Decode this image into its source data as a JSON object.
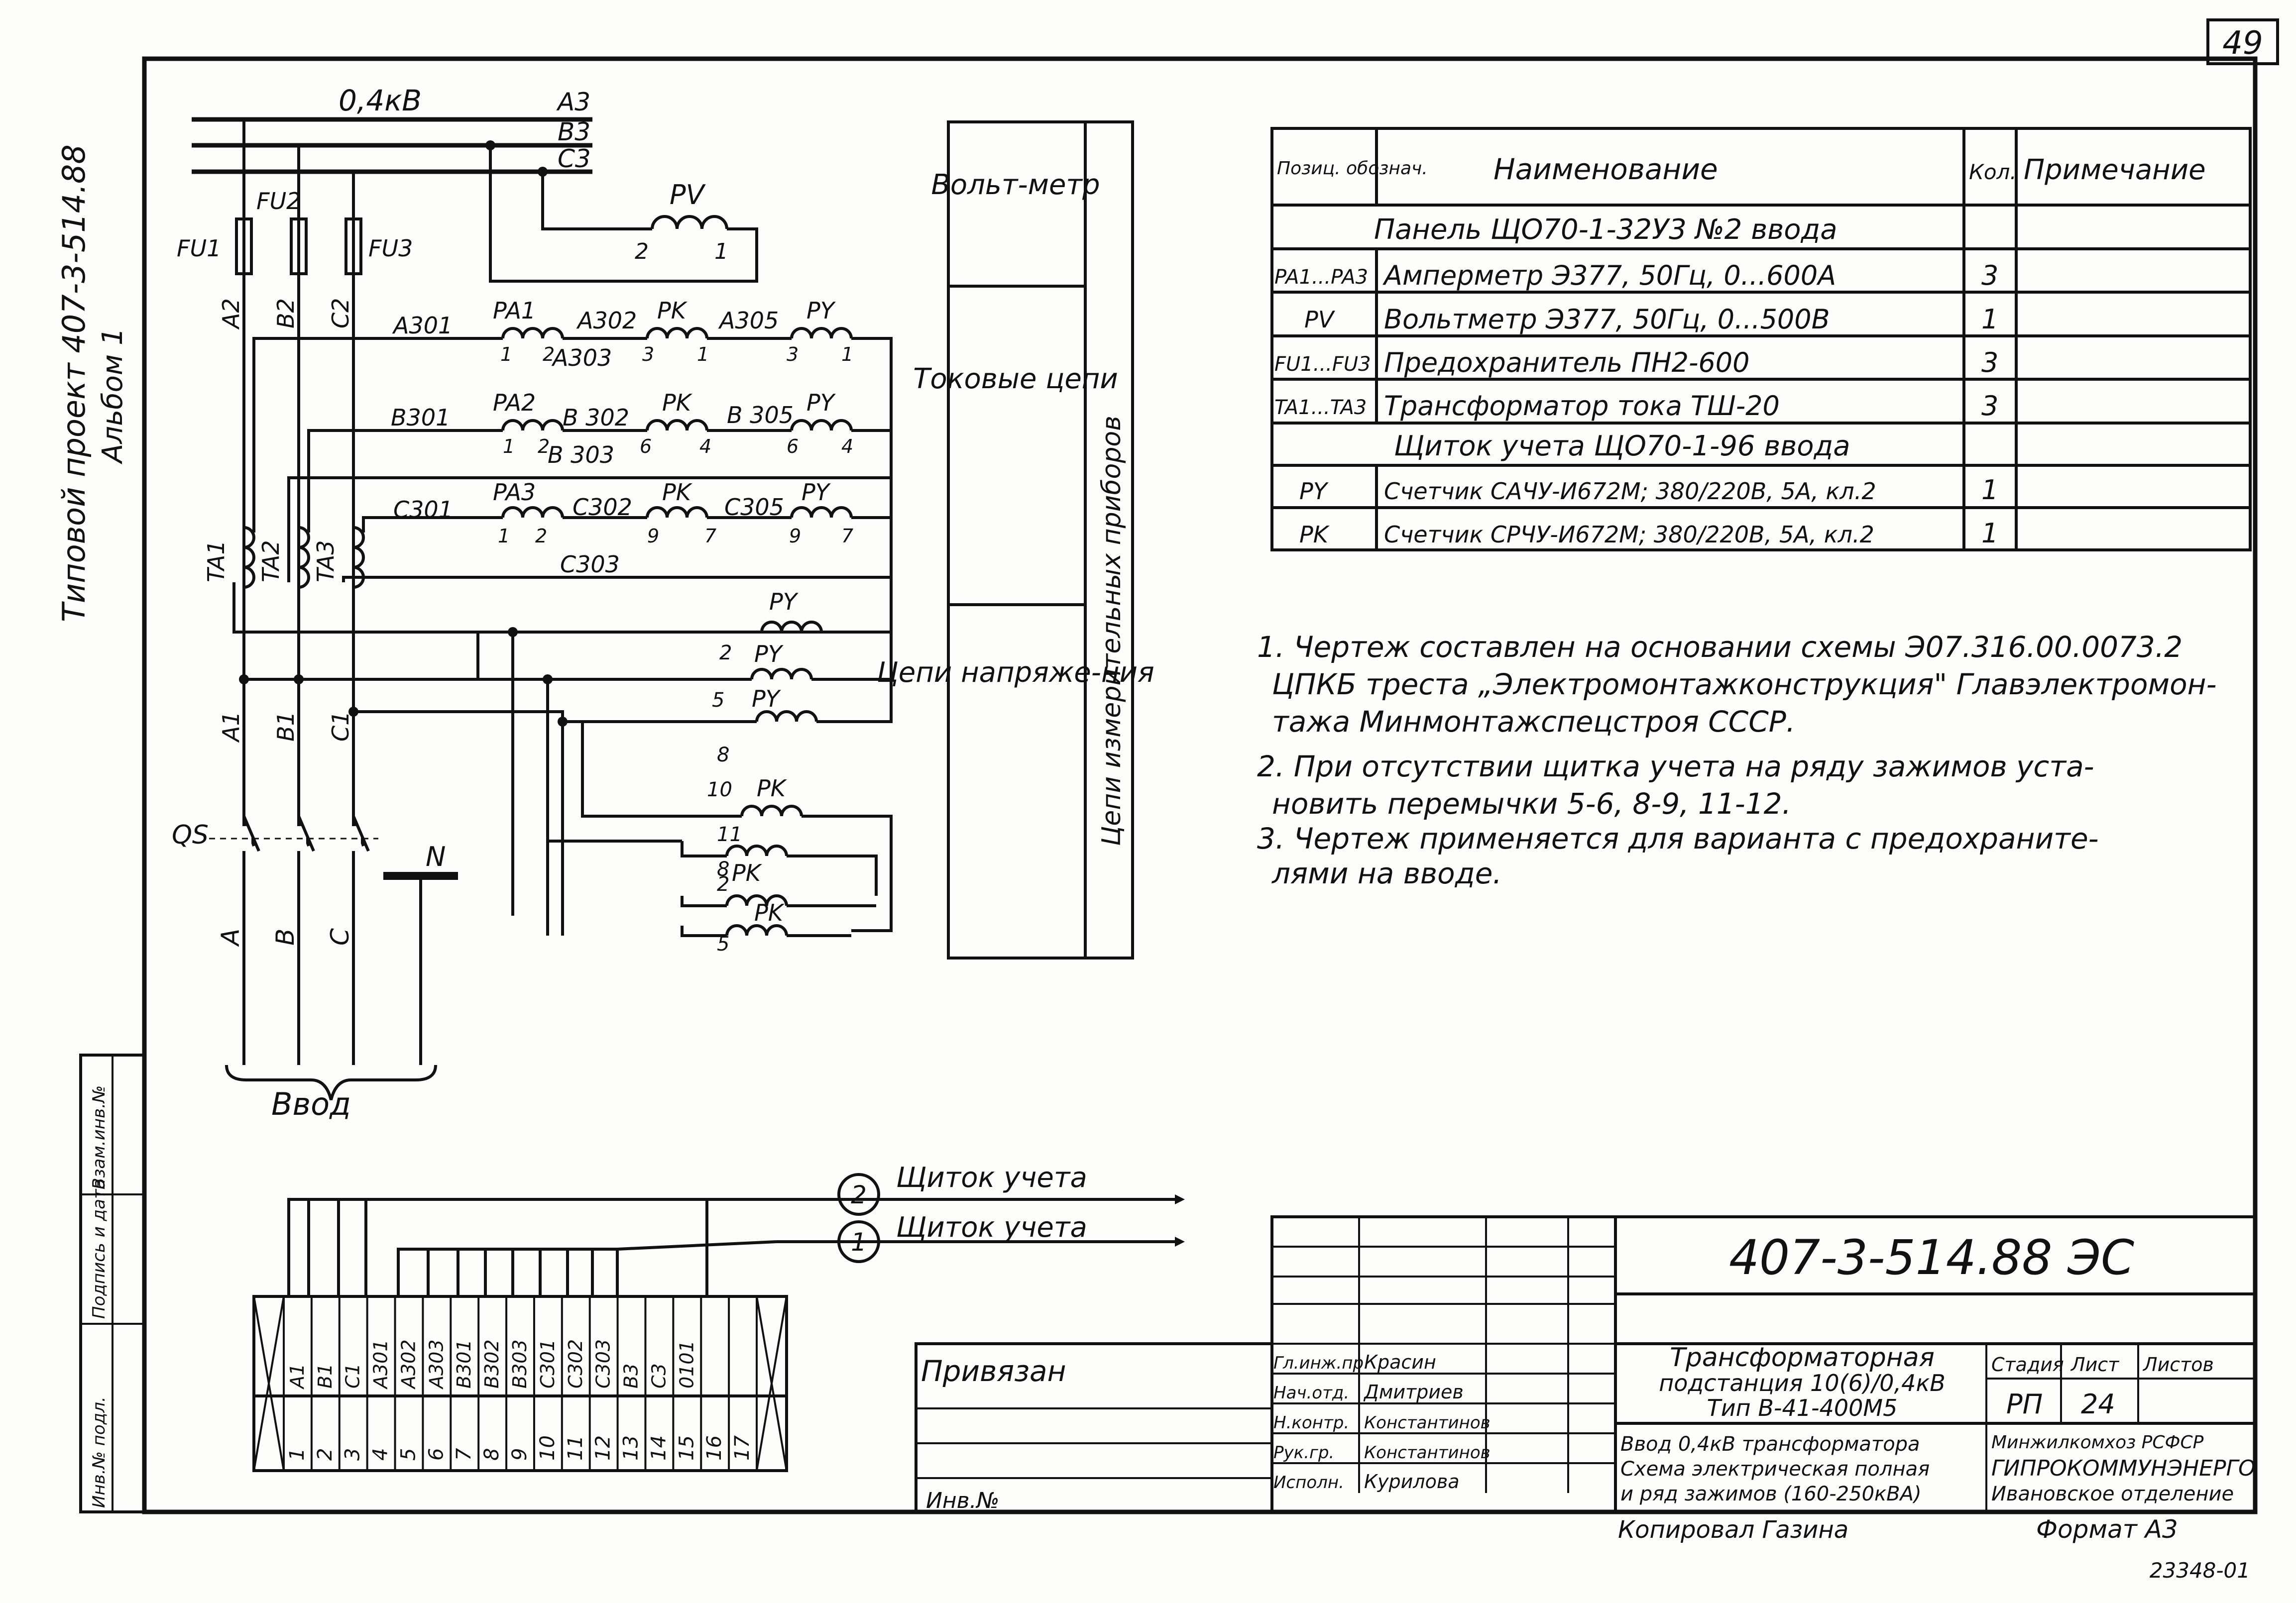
{
  "sheet_number": "49",
  "side_project": "Типовой проект 407-3-514.88",
  "side_album": "Альбом 1",
  "side_stamp": [
    "Инв.№ подл.",
    "Подпись и дата",
    "Взам.инв.№"
  ],
  "bus": {
    "voltage": "0,4кВ",
    "phases": [
      "A3",
      "B3",
      "C3"
    ]
  },
  "fuses": [
    "FU1",
    "FU2",
    "FU3"
  ],
  "feeders_top": [
    "A2",
    "B2",
    "C2"
  ],
  "feeders_bottom": [
    "A1",
    "B1",
    "C1"
  ],
  "current_transformers": [
    "TA1",
    "TA2",
    "TA3"
  ],
  "voltmeter": {
    "label": "PV",
    "terms": [
      "2",
      "1"
    ]
  },
  "circuits": [
    {
      "w1": "A301",
      "w2": "A302",
      "w3": "A303",
      "w4": "A305",
      "t1": "1",
      "t2": "2",
      "t3": "3",
      "t4": "1",
      "t5": "3",
      "t6": "1",
      "m1": "PA1"
    },
    {
      "w1": "B301",
      "w2": "B 302",
      "w3": "B 303",
      "w4": "B 305",
      "t1": "1",
      "t2": "2",
      "t3": "6",
      "t4": "4",
      "t5": "6",
      "t6": "4",
      "m1": "PA2"
    },
    {
      "w1": "C301",
      "w2": "C302",
      "w3": "C303",
      "w4": "C305",
      "t1": "1",
      "t2": "2",
      "t3": "9",
      "t4": "7",
      "t5": "9",
      "t6": "7",
      "m1": "PA3"
    }
  ],
  "meter_pk": "PK",
  "meter_py": "PY",
  "voltage_coils": [
    {
      "label": "PY",
      "term": ""
    },
    {
      "label": "PY",
      "term": "2"
    },
    {
      "label": "PY",
      "term": "5"
    },
    {
      "label": "PK",
      "term": "10"
    },
    {
      "label": "PK",
      "term": ""
    },
    {
      "label": "PK",
      "term": ""
    }
  ],
  "voltage_terms": [
    "8",
    "11",
    "8",
    "2",
    "5"
  ],
  "switch_label": "QS",
  "neutral_label": "N",
  "phase_outputs": [
    "A",
    "B",
    "C"
  ],
  "input_label": "Ввод",
  "side_table": {
    "rows": [
      "Вольт-метр",
      "Токовые цепи",
      "Цепи напряже-ния"
    ],
    "vertical": "Цепи измерительных приборов"
  },
  "spec_table": {
    "headers": [
      "Позиц. обознач.",
      "Наименование",
      "Кол.",
      "Примечание"
    ],
    "groups": [
      {
        "title": "Панель ЩО70-1-32У3 №2 ввода",
        "rows": [
          {
            "pos": "PA1...PA3",
            "name": "Амперметр Э377, 50Гц, 0...600A",
            "qty": "3",
            "note": ""
          },
          {
            "pos": "PV",
            "name": "Вольтметр Э377, 50Гц, 0...500B",
            "qty": "1",
            "note": ""
          },
          {
            "pos": "FU1...FU3",
            "name": "Предохранитель ПН2-600",
            "qty": "3",
            "note": ""
          },
          {
            "pos": "TA1...TA3",
            "name": "Трансформатор тока ТШ-20",
            "qty": "3",
            "note": ""
          }
        ]
      },
      {
        "title": "Щиток учета ЩО70-1-96 ввода",
        "rows": [
          {
            "pos": "PY",
            "name": "Счетчик САЧУ-И672М; 380/220В, 5А, кл.2",
            "qty": "1",
            "note": ""
          },
          {
            "pos": "PK",
            "name": "Счетчик СРЧУ-И672М; 380/220В, 5А, кл.2",
            "qty": "1",
            "note": ""
          }
        ]
      }
    ]
  },
  "notes": [
    "1. Чертеж составлен на основании схемы Э07.316.00.0073.2",
    "ЦПКБ треста „Электромонтажконструкция\" Главэлектромон-",
    "тажа Минмонтажспецстроя СССР.",
    "2. При отсутствии щитка учета на ряду зажимов уста-",
    "новить перемычки 5-6, 8-9, 11-12.",
    "3. Чертеж применяется для варианта с предохраните-",
    "лями на вводе."
  ],
  "terminal_block": {
    "wires": [
      "A1",
      "B1",
      "C1",
      "A301",
      "A302",
      "A303",
      "B301",
      "B302",
      "B303",
      "C301",
      "C302",
      "C303",
      "B3",
      "C3",
      "0101"
    ],
    "numbers": [
      "1",
      "2",
      "3",
      "4",
      "5",
      "6",
      "7",
      "8",
      "9",
      "10",
      "11",
      "12",
      "13",
      "14",
      "15",
      "16",
      "17"
    ],
    "outputs": [
      {
        "num": "2",
        "label": "Щиток учета"
      },
      {
        "num": "1",
        "label": "Щиток учета"
      }
    ]
  },
  "title_block": {
    "code": "407-3-514.88 ЭС",
    "privyazan": "Привязан",
    "inv": "Инв.№",
    "roles": [
      {
        "role": "Гл.инж.пр",
        "name": "Красин"
      },
      {
        "role": "Нач.отд.",
        "name": "Дмитриев"
      },
      {
        "role": "Н.контр.",
        "name": "Константинов"
      },
      {
        "role": "Рук.гр.",
        "name": "Константинов"
      },
      {
        "role": "Исполн.",
        "name": "Курилова"
      }
    ],
    "object_lines": [
      "Трансформаторная",
      "подстанция 10(6)/0,4кВ",
      "Тип В-41-400М5"
    ],
    "sheet_title": [
      "Ввод 0,4кВ трансформатора",
      "Схема электрическая полная",
      "и ряд зажимов (160-250кВА)"
    ],
    "stage_head": "Стадия",
    "sheet_head": "Лист",
    "sheets_head": "Листов",
    "stage": "РП",
    "sheet": "24",
    "org": [
      "Минжилкомхоз РСФСР",
      "ГИПРОКОММУНЭНЕРГО",
      "Ивановское отделение"
    ],
    "copied_by": "Копировал Газина",
    "format": "Формат А3",
    "archive": "23348-01"
  }
}
